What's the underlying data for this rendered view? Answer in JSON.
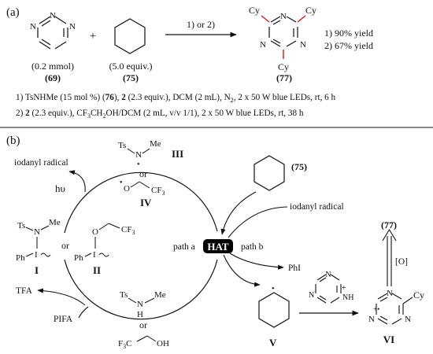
{
  "panel_a": {
    "label": "(a)",
    "reactant1": {
      "amount": "(0.2 mmol)",
      "id": "(69)",
      "ring_atoms": [
        "N",
        "N",
        "N"
      ]
    },
    "plus": "+",
    "reactant2": {
      "amount": "(5.0 equiv.)",
      "id": "(75)"
    },
    "arrow_label": "1) or 2)",
    "product": {
      "substituents": [
        "Cy",
        "Cy",
        "Cy"
      ],
      "ring_atoms": [
        "N",
        "N",
        "N"
      ],
      "id": "(77)"
    },
    "yields": [
      "1) 90% yield",
      "2) 67% yield"
    ],
    "condition1": [
      "1) TsNHMe (15 mol %) (",
      "76",
      "), ",
      "2",
      " (2.3 equiv.), DCM (2 mL), N",
      "2",
      ", 2 x 50 W blue LEDs, rt, 6 h"
    ],
    "condition2": [
      "2) ",
      "2",
      " (2.3 equiv.), CF",
      "3",
      "CH",
      "2",
      "OH/DCM (2  mL, v/v 1/1), 2 x 50 W blue LEDs, rt, 38 h"
    ]
  },
  "panel_b": {
    "label": "(b)",
    "radical_III": {
      "ts": "Ts",
      "n": "N",
      "me": "Me",
      "dot": "•",
      "id": "III"
    },
    "or_top": "or",
    "radical_IV": {
      "dot": "•",
      "o": "O",
      "cf3": [
        "CF",
        "3"
      ],
      "id": "IV"
    },
    "iodanyl_left": "iodanyl radical",
    "hv": "hυ",
    "reagent_I": {
      "ts": "Ts",
      "n": "N",
      "me": "Me",
      "ph": "Ph",
      "i": "I",
      "id": "I"
    },
    "or_left": "or",
    "reagent_II": {
      "o": "O",
      "cf3": [
        "CF",
        "3"
      ],
      "ph": "Ph",
      "i": "I",
      "id": "II"
    },
    "tfa": "TFA",
    "pifa": "PIFA",
    "amine": {
      "ts": "Ts",
      "n": "N",
      "h": "H",
      "me": "Me"
    },
    "or_bottom": "or",
    "alcohol": {
      "f3c": [
        "F",
        "3",
        "C"
      ],
      "oh": "OH"
    },
    "hat": "HAT",
    "path_a": "path a",
    "path_b": "path b",
    "cyclohexane_id": "(75)",
    "iodanyl_right": "iodanyl radical",
    "phi": "PhI",
    "radical_V": {
      "dot": "•",
      "id": "V"
    },
    "pyridinium": {
      "n": "N",
      "nh": "NH",
      "plus": "+"
    },
    "intermediate_VI": {
      "n": "N",
      "cy": "Cy",
      "charge": "+•",
      "id": "VI"
    },
    "oxidation": "[O]",
    "final_id": "(77)"
  },
  "colors": {
    "ink": "#111111",
    "bond_highlight": "#d11a1a",
    "hat_bg": "#000000",
    "hat_text": "#ffffff"
  }
}
